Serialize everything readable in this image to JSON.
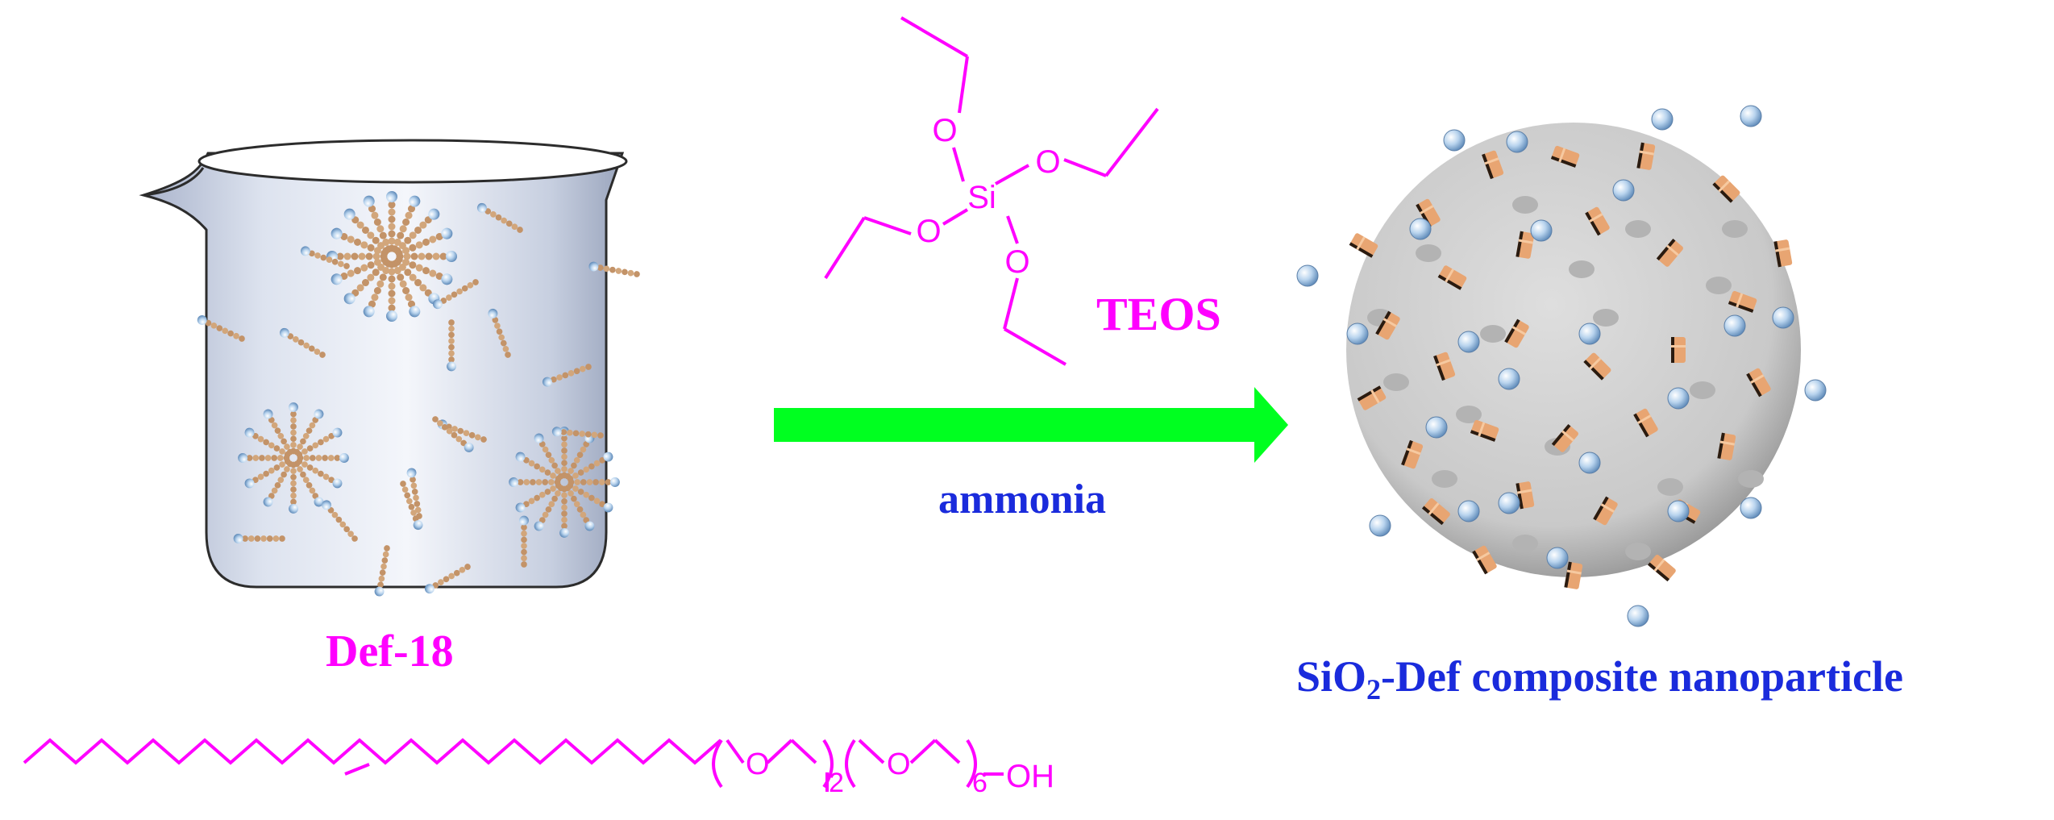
{
  "colors": {
    "structure": "#ff00ff",
    "arrow": "#00ff20",
    "blue_label": "#1a2bdc",
    "head": "#a9cbea",
    "tail": "#c9996b",
    "sphere": "#cfcfcf"
  },
  "labels": {
    "surfactant_name": "Def-18",
    "reagent_name": "TEOS",
    "catalyst_name": "ammonia",
    "product_name_pre": "SiO",
    "product_name_sub": "2",
    "product_name_post": "-Def composite nanoparticle"
  },
  "teos_structure": {
    "si": "Si",
    "oxygen": "O"
  },
  "def18_structure": {
    "oxygen": "O",
    "repeat_1": "2",
    "repeat_2": "6",
    "end_group": "OH"
  }
}
